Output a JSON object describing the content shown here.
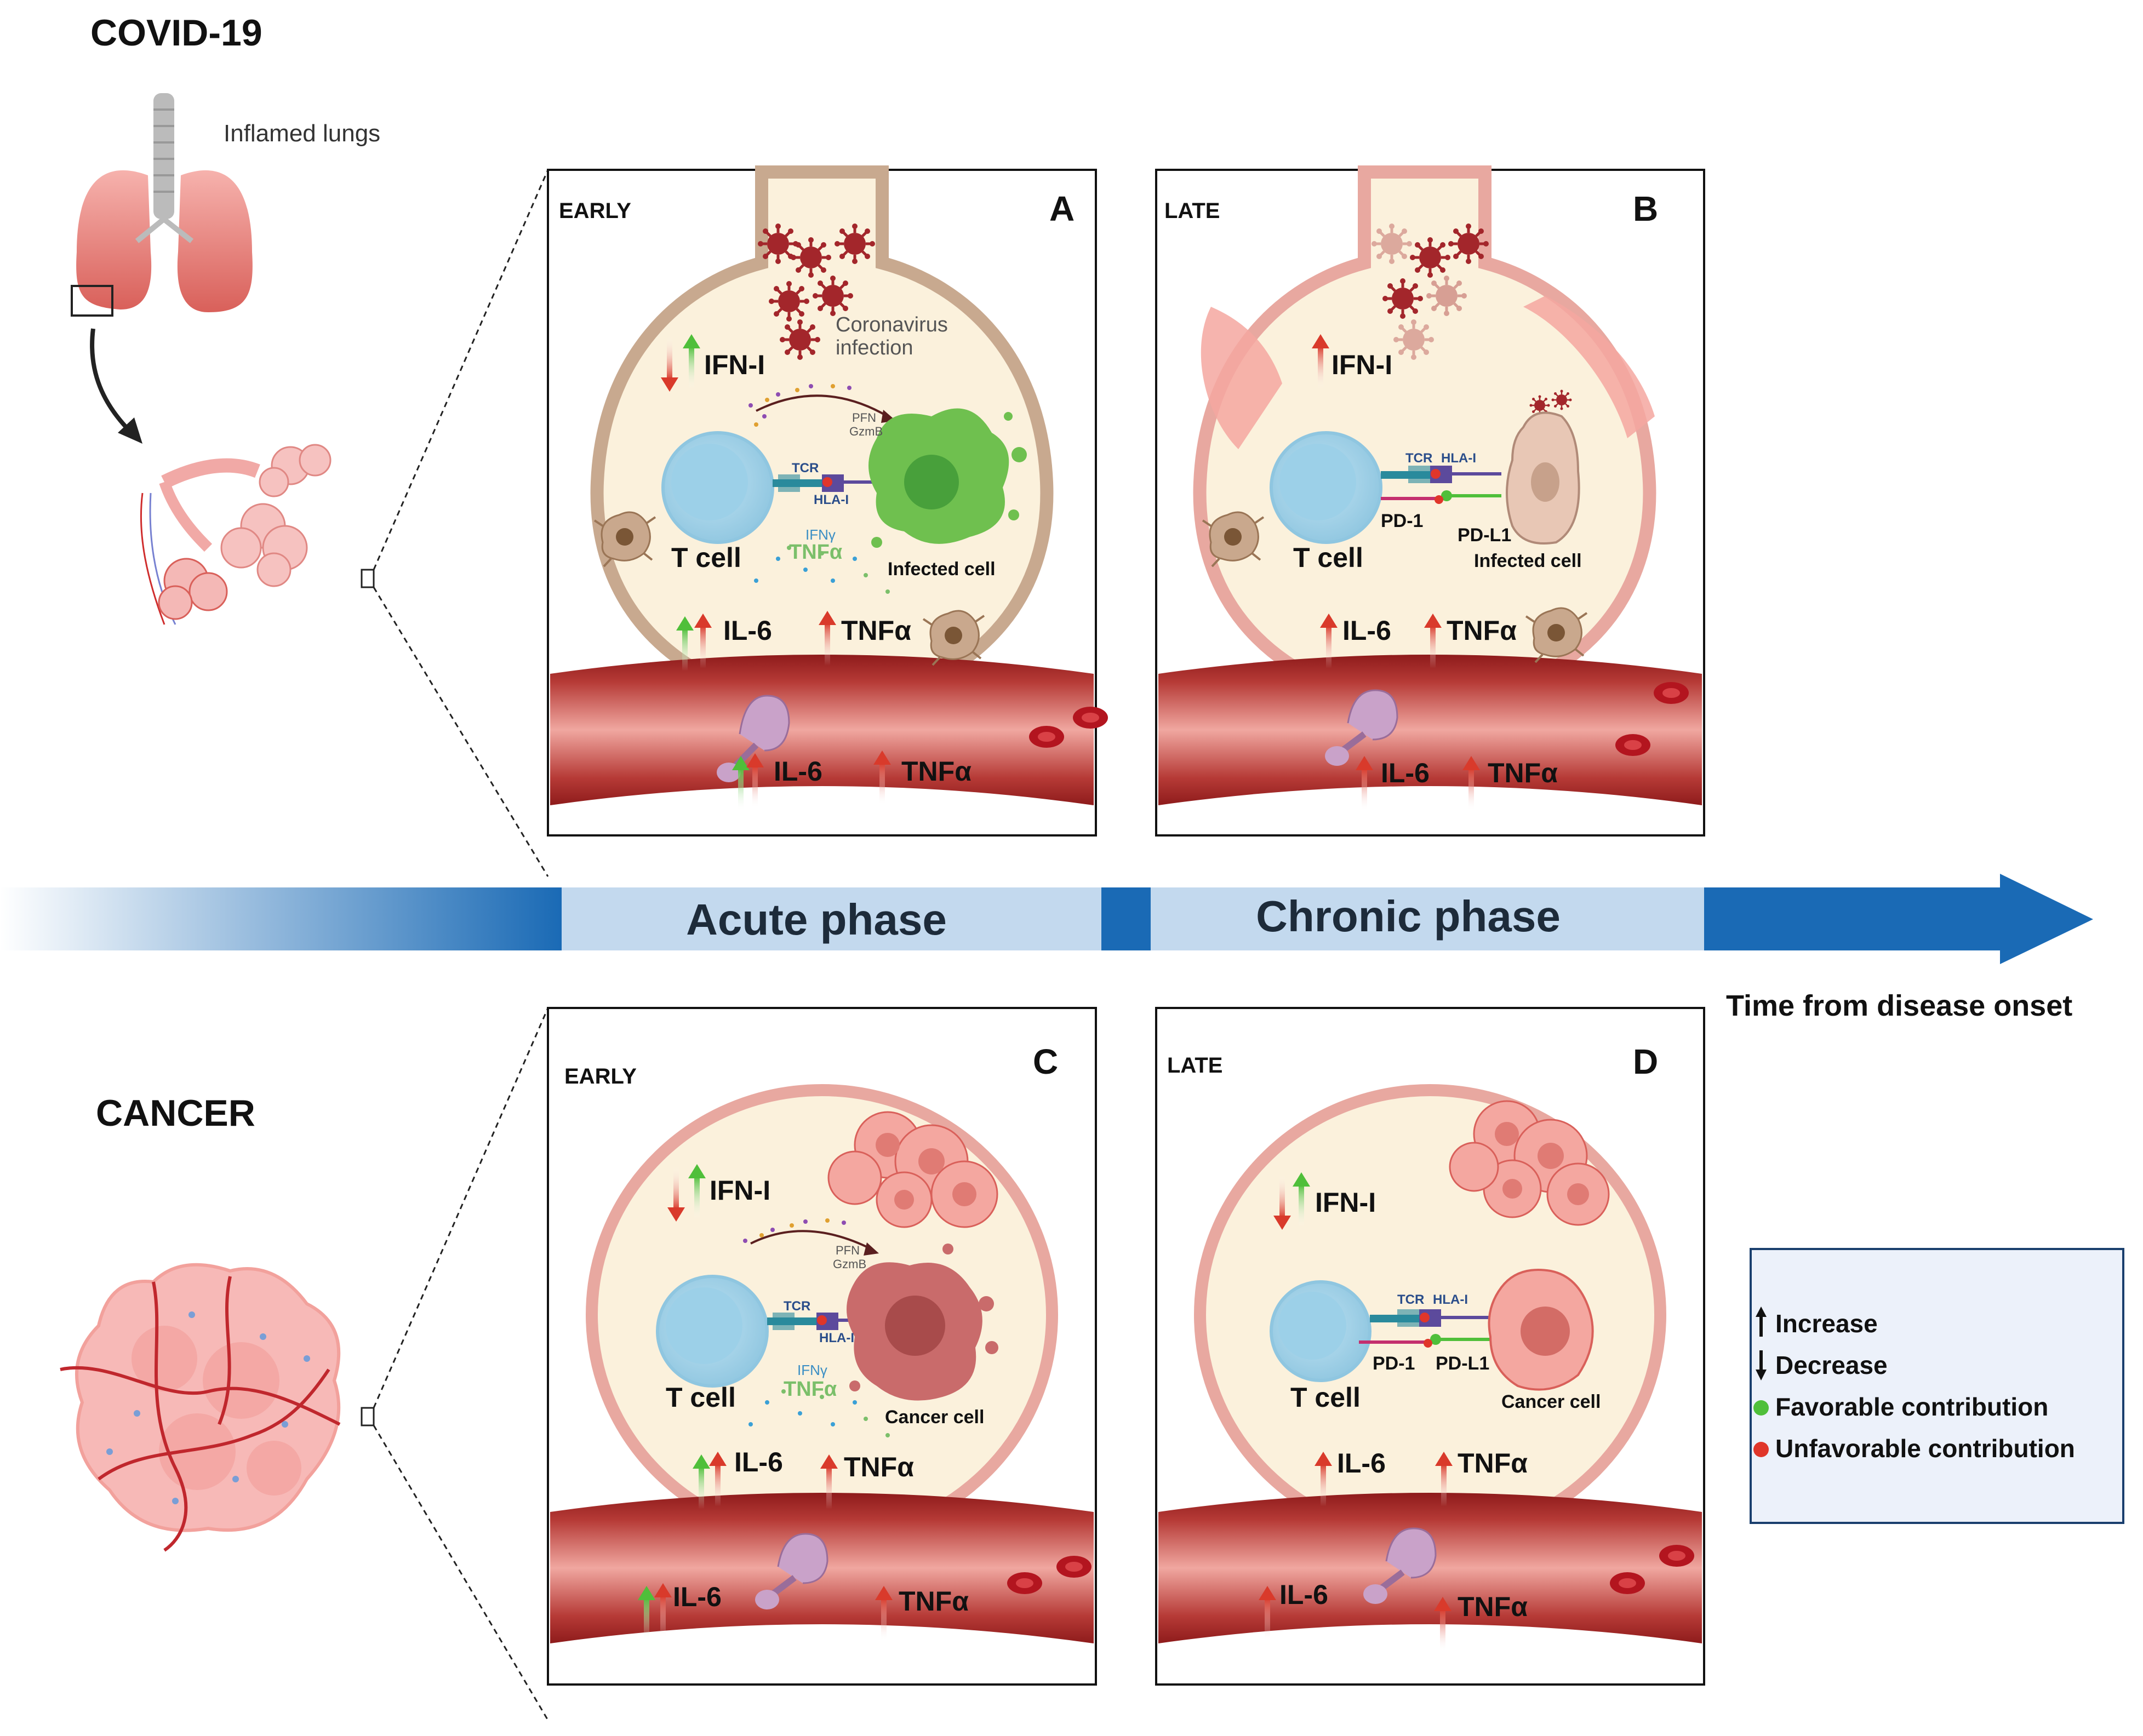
{
  "headings": {
    "covid": "COVID-19",
    "cancer": "CANCER"
  },
  "lung_label": "Inflamed lungs",
  "timeline": {
    "acute": "Acute phase",
    "chronic": "Chronic phase",
    "time_label": "Time from disease onset"
  },
  "panels": {
    "A": {
      "letter": "A",
      "stage": "EARLY",
      "infection_label": "Coronavirus infection",
      "ifn": "IFN-I",
      "il6": "IL-6",
      "tnf": "TNFα",
      "vessel_il6": "IL-6",
      "vessel_tnf": "TNFα",
      "tcell": "T cell",
      "target": "Infected cell",
      "pfn": "PFN",
      "gzmb": "GzmB",
      "tcr": "TCR",
      "hla": "HLA-I",
      "ifng": "IFNγ",
      "tnf_inner": "TNFα"
    },
    "B": {
      "letter": "B",
      "stage": "LATE",
      "ifn": "IFN-I",
      "il6": "IL-6",
      "tnf": "TNFα",
      "vessel_il6": "IL-6",
      "vessel_tnf": "TNFα",
      "tcell": "T cell",
      "target": "Infected cell",
      "tcr": "TCR",
      "hla": "HLA-I",
      "pd1": "PD-1",
      "pdl1": "PD-L1"
    },
    "C": {
      "letter": "C",
      "stage": "EARLY",
      "ifn": "IFN-I",
      "il6": "IL-6",
      "tnf": "TNFα",
      "vessel_il6": "IL-6",
      "vessel_tnf": "TNFα",
      "tcell": "T cell",
      "target": "Cancer cell",
      "pfn": "PFN",
      "gzmb": "GzmB",
      "tcr": "TCR",
      "hla": "HLA-I",
      "ifng": "IFNγ",
      "tnf_inner": "TNFα"
    },
    "D": {
      "letter": "D",
      "stage": "LATE",
      "ifn": "IFN-I",
      "il6": "IL-6",
      "tnf": "TNFα",
      "vessel_il6": "IL-6",
      "vessel_tnf": "TNFα",
      "tcell": "T cell",
      "target": "Cancer cell",
      "tcr": "TCR",
      "hla": "HLA-I",
      "pd1": "PD-1",
      "pdl1": "PD-L1"
    }
  },
  "legend": {
    "increase": "Increase",
    "decrease": "Decrease",
    "favorable": "Favorable contribution",
    "unfavorable": "Unfavorable contribution"
  },
  "colors": {
    "increase_arrow": "#d93a2b",
    "favorable": "#4fbf3a",
    "unfavorable": "#e0362a",
    "timeline_dark": "#1a6ab5",
    "timeline_light": "#c3d9ee",
    "alveolus_fill": "#fbf1dc"
  }
}
